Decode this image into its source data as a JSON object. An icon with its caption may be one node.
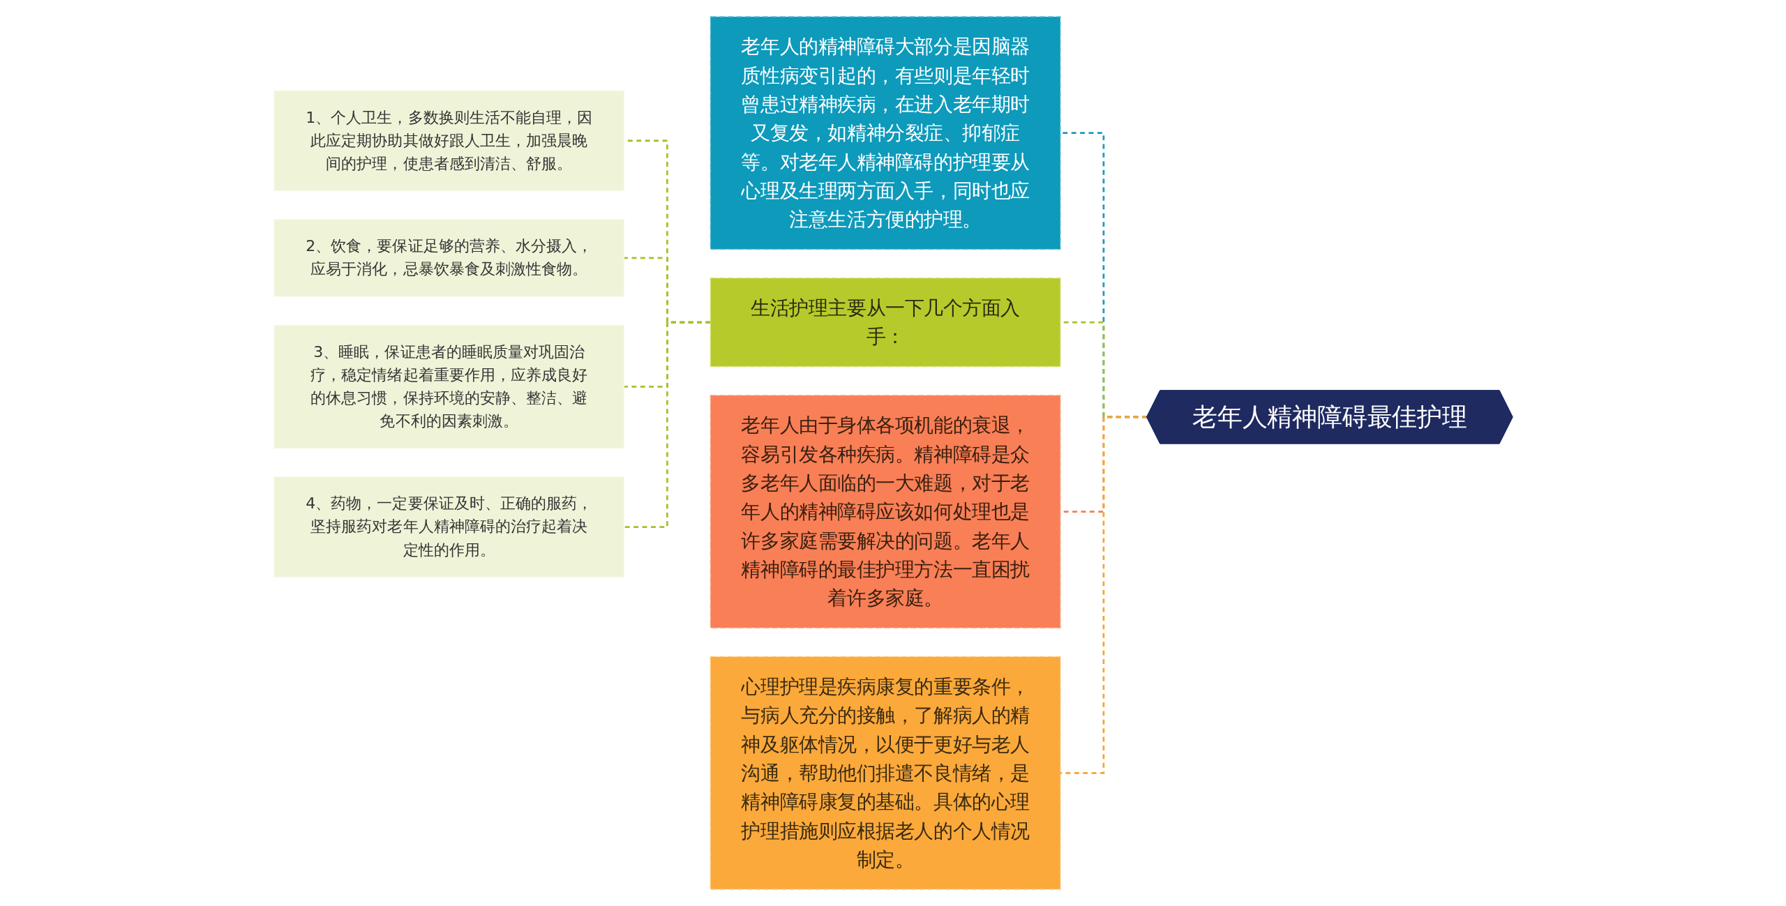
{
  "diagram": {
    "nodes": [
      {
        "text": [
          "老年人精神障碍最佳护理"
        ]
      },
      {
        "text": [
          "老年人的精神障碍大部分是因脑器质性病变引起的，有些则是年轻时曾患过精神疾病，在进入老年期时又复发，如精神分裂症、抑郁症等。对老年人精神障碍的护理要从心理及生理两方面入手，同时也应注意生活方便的护理。"
        ]
      },
      {
        "text": [
          "生活护理主要从一下几个方面入手："
        ]
      },
      {
        "text": [
          "1、个人卫生，多数换则生活不能自理，因此应定期协助其做好跟人卫生，加强晨晚间的护理，使患者感到清洁、舒服。"
        ]
      },
      {
        "text": [
          "2、饮食，要保证足够的营养、水分摄入，应易于消化，忌暴饮暴食及刺激性食物。"
        ]
      },
      {
        "text": [
          "3、睡眠，保证患者的睡眠质量对巩固治疗，稳定情绪起着重要作用，应养成良好的休息习惯，保持环境的安静、整洁、避免不利的因素刺激。"
        ]
      },
      {
        "text": [
          "4、药物，一定要保证及时、正确的服药，坚持服药对老年人精神障碍的治疗起着决定性的作用。"
        ]
      },
      {
        "text": [
          "老年人由于身体各项机能的衰退，容易引发各种疾病。精神障碍是众多老年人面临的一大难题，对于老年人的精神障碍应该如何处理也是许多家庭需要解决的问题。老年人精神障碍的最佳护理方法一直困扰着许多家庭。"
        ]
      },
      {
        "text": [
          "心理护理是疾病康复的重要条件，与病人充分的接触，了解病人的精神及躯体情况，以便于更好与老人沟通，帮助他们排遣不良情绪，是精神障碍康复的基础。具体的心理护理措施则应根据老人的个人情况制定。"
        ]
      }
    ],
    "edges": [
      {
        "from": 0,
        "to": 1,
        "arrow": "none",
        "style": "dashed",
        "color": "#1b9bbd"
      },
      {
        "from": 0,
        "to": 2,
        "arrow": "none",
        "style": "dashed",
        "color": "#a9bf2a"
      },
      {
        "from": 2,
        "to": 3,
        "arrow": "none",
        "style": "dashed",
        "color": "#a9bf2a"
      },
      {
        "from": 2,
        "to": 4,
        "arrow": "none",
        "style": "dashed",
        "color": "#a9bf2a"
      },
      {
        "from": 2,
        "to": 5,
        "arrow": "none",
        "style": "dashed",
        "color": "#a9bf2a"
      },
      {
        "from": 2,
        "to": 6,
        "arrow": "none",
        "style": "dashed",
        "color": "#a9bf2a"
      },
      {
        "from": 0,
        "to": 7,
        "arrow": "none",
        "style": "dashed",
        "color": "#f08058"
      },
      {
        "from": 0,
        "to": 8,
        "arrow": "none",
        "style": "dashed",
        "color": "#f5a531"
      }
    ]
  }
}
